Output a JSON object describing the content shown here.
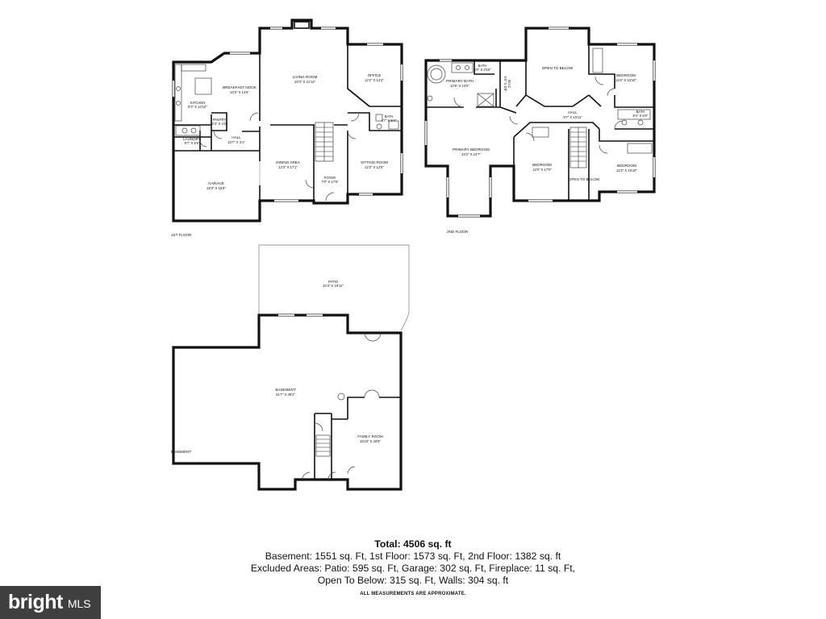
{
  "floors": {
    "first": "1ST FLOOR",
    "second": "2ND FLOOR",
    "basement": "BASEMENT"
  },
  "rooms": {
    "breakfast_nook": {
      "name": "BREAKFAST NOOK",
      "dims": "10'3\" X 14'6\""
    },
    "kitchen": {
      "name": "KITCHEN",
      "dims": "9'3\" X 14'10\""
    },
    "living_room": {
      "name": "LIVING ROOM",
      "dims": "20'3\" X 21'11\""
    },
    "office": {
      "name": "OFFICE",
      "dims": "12'2\" X 14'2\""
    },
    "pantry": {
      "name": "PANTRY",
      "dims": "4'4\" X 4'2\""
    },
    "laundry": {
      "name": "LAUNDRY",
      "dims": "8'7\" X 5'5\""
    },
    "hall1": {
      "name": "HALL",
      "dims": "10'7\" X 3'1\""
    },
    "bath1": {
      "name": "BATH",
      "dims": "4'7\" X 5'4\""
    },
    "dining_area": {
      "name": "DINING AREA",
      "dims": "12'3\" X 17'1\""
    },
    "sitting_room": {
      "name": "SITTING ROOM",
      "dims": "12'2\" X 12'5\""
    },
    "garage": {
      "name": "GARAGE",
      "dims": "19'3\" X 15'8\""
    },
    "foyer": {
      "name": "FOYER",
      "dims": "7'0\" X 17'5\""
    },
    "primary_bath": {
      "name": "PRIMARY BATH",
      "dims": "10'6\" X 10'0\""
    },
    "bath2": {
      "name": "BATH",
      "dims": "6'0\" X 3'10\""
    },
    "wic": {
      "name": "W.I.C",
      "dims": "6'6\" X 6'8\""
    },
    "open_below_top": {
      "name": "OPEN TO BELOW"
    },
    "bedroom_ne": {
      "name": "BEDROOM",
      "dims": "14'6\" X 13'10\""
    },
    "hall2": {
      "name": "HALL",
      "dims": "9'7\" X 10'11\""
    },
    "bath3": {
      "name": "BATH",
      "dims": "8'4\" X 5'0\""
    },
    "primary_bedroom": {
      "name": "PRIMARY BEDROOM",
      "dims": "23'2\" X 24'7\""
    },
    "bedroom_mid": {
      "name": "BEDROOM",
      "dims": "12'0\" X 17'0\""
    },
    "open_below_bottom": {
      "name": "OPEN TO BELOW"
    },
    "bedroom_se": {
      "name": "BEDROOM",
      "dims": "12'2\" X 10'10\""
    },
    "patio": {
      "name": "PATIO",
      "dims": "34'4\" X 19'11\""
    },
    "basement": {
      "name": "BASEMENT",
      "dims": "51'7\" X 39'2\""
    },
    "family_room": {
      "name": "FAMILY ROOM",
      "dims": "15'10\" X 18'6\""
    }
  },
  "totals": {
    "heading": "Total: 4506 sq. ft",
    "line1": "Basement: 1551 sq. Ft, 1st Floor: 1573 sq. Ft, 2nd Floor: 1382 sq. ft",
    "line2": "Excluded Areas: Patio: 595 sq. Ft, Garage: 302 sq. Ft, Fireplace: 11 sq. Ft,",
    "line3": "Open To Below: 315 sq. Ft, Walls: 304 sq. ft",
    "note": "ALL MEASUREMENTS ARE APPROXIMATE."
  },
  "logo": {
    "primary": "bright",
    "secondary": "MLS"
  }
}
